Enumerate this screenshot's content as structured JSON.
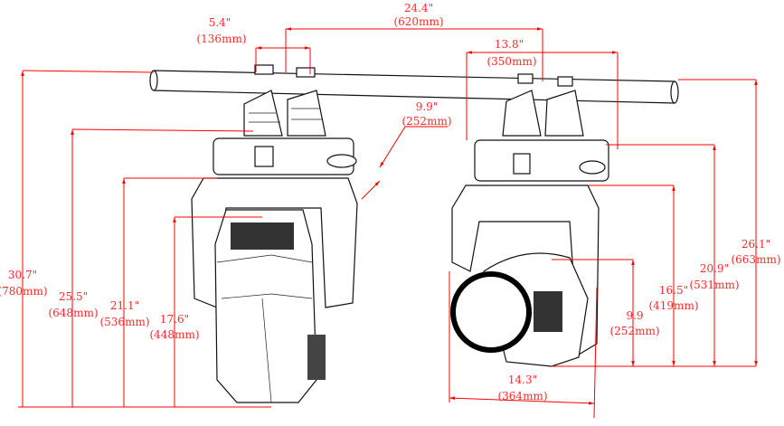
{
  "title": "Moving head fixture dimensional drawing",
  "colors": {
    "dimension": "#ff0000",
    "outline": "#111111"
  },
  "dimensions": {
    "clamp_spacing": {
      "inch": "5.4\"",
      "mm": "(136mm)"
    },
    "overall_width": {
      "inch": "24.4\"",
      "mm": "(620mm)"
    },
    "base_width": {
      "inch": "13.8\"",
      "mm": "(350mm)"
    },
    "base_depth": {
      "inch": "9.9\"",
      "mm": "(252mm)"
    },
    "total_height": {
      "inch": "30.7\"",
      "mm": "(780mm)"
    },
    "height_base_top": {
      "inch": "25.5\"",
      "mm": "(648mm)"
    },
    "height_base_bottom": {
      "inch": "21.1\"",
      "mm": "(536mm)"
    },
    "head_height_front": {
      "inch": "17.6\"",
      "mm": "(448mm)"
    },
    "head_diameter": {
      "inch": "9.9",
      "mm": "(252mm)"
    },
    "yoke_height": {
      "inch": "16.5\"",
      "mm": "(419mm)"
    },
    "base_height_side": {
      "inch": "20.9\"",
      "mm": "(531mm)"
    },
    "total_height_side": {
      "inch": "26.1\"",
      "mm": "(663mm)"
    },
    "head_length": {
      "inch": "14.3\"",
      "mm": "(364mm)"
    }
  }
}
